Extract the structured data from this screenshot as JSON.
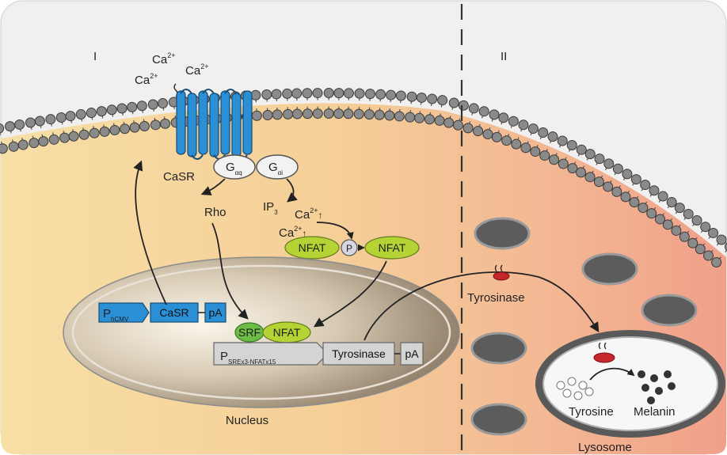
{
  "regions": {
    "left": "I",
    "right": "II"
  },
  "extracellular": {
    "ca1": "Ca",
    "ca2": "Ca",
    "ca3": "Ca",
    "charge": "2+"
  },
  "receptor": {
    "label": "CaSR"
  },
  "g_proteins": {
    "g_aq_main": "G",
    "g_aq_sub": "αq",
    "g_ai_main": "G",
    "g_ai_sub": "αi"
  },
  "signaling": {
    "rho": "Rho",
    "ip_main": "IP",
    "ip_sub": "3",
    "ca_main": "Ca",
    "ca_charge": "2+",
    "up_arrow": "↑",
    "nfat": "NFAT",
    "phospho": "P"
  },
  "nucleus": {
    "label": "Nucleus",
    "promoter1_main": "P",
    "promoter1_sub": "hCMV",
    "gene1": "CaSR",
    "polyA": "pA",
    "srf": "SRF",
    "nfat": "NFAT",
    "promoter2_main": "P",
    "promoter2_sub": "SREx3-NFATx15",
    "gene2": "Tyrosinase"
  },
  "right_panel": {
    "tyrosinase": "Tyrosinase",
    "tyrosine": "Tyrosine",
    "melanin": "Melanin",
    "lysosome": "Lysosome"
  },
  "colors": {
    "receptor_blue": "#2a8fd4",
    "cytoplasm_left": "#f6dba0",
    "cytoplasm_right": "#f2a98c",
    "nfat_green": "#b5d334",
    "srf_green": "#6cbd45",
    "enzyme_red": "#c8262d"
  }
}
